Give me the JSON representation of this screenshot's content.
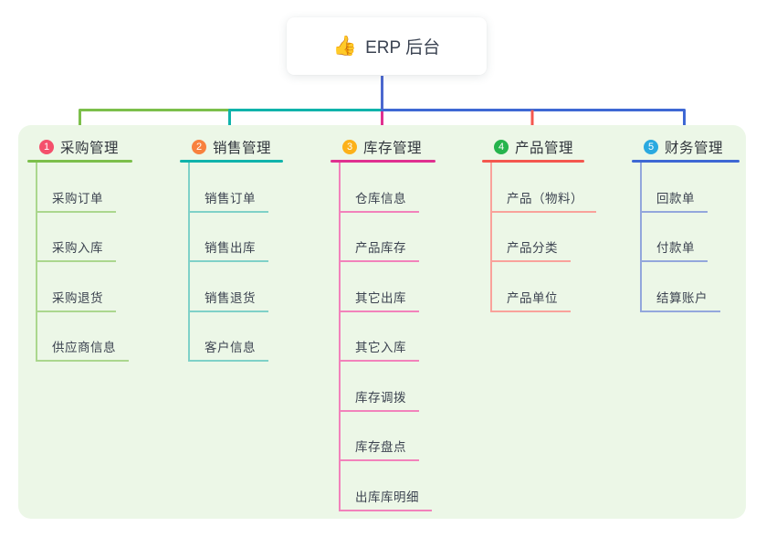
{
  "root": {
    "emoji": "👍",
    "label": "ERP 后台"
  },
  "colors": {
    "root_line": "#4b68cf",
    "container_bg": "#ecf7e7",
    "root_text": "#3b4352",
    "header_text": "#30353c",
    "child_text": "#3c4350"
  },
  "branches": [
    {
      "index": "1",
      "label": "采购管理",
      "badge_color": "#f4506c",
      "line_color": "#7cbf4b",
      "sub_line_color": "#abd78e",
      "children": [
        "采购订单",
        "采购入库",
        "采购退货",
        "供应商信息"
      ]
    },
    {
      "index": "2",
      "label": "销售管理",
      "badge_color": "#f8813f",
      "line_color": "#10b3ab",
      "sub_line_color": "#7fd1c8",
      "children": [
        "销售订单",
        "销售出库",
        "销售退货",
        "客户信息"
      ]
    },
    {
      "index": "3",
      "label": "库存管理",
      "badge_color": "#fcb119",
      "line_color": "#e03090",
      "sub_line_color": "#f282bb",
      "children": [
        "仓库信息",
        "产品库存",
        "其它出库",
        "其它入库",
        "库存调拨",
        "库存盘点",
        "出库库明细"
      ]
    },
    {
      "index": "4",
      "label": "产品管理",
      "badge_color": "#26b44d",
      "line_color": "#f4574e",
      "sub_line_color": "#f9a29b",
      "children": [
        "产品（物料）",
        "产品分类",
        "产品单位"
      ]
    },
    {
      "index": "5",
      "label": "财务管理",
      "badge_color": "#2aa9e0",
      "line_color": "#3e68d4",
      "sub_line_color": "#93a7dc",
      "children": [
        "回款单",
        "付款单",
        "结算账户"
      ]
    }
  ]
}
